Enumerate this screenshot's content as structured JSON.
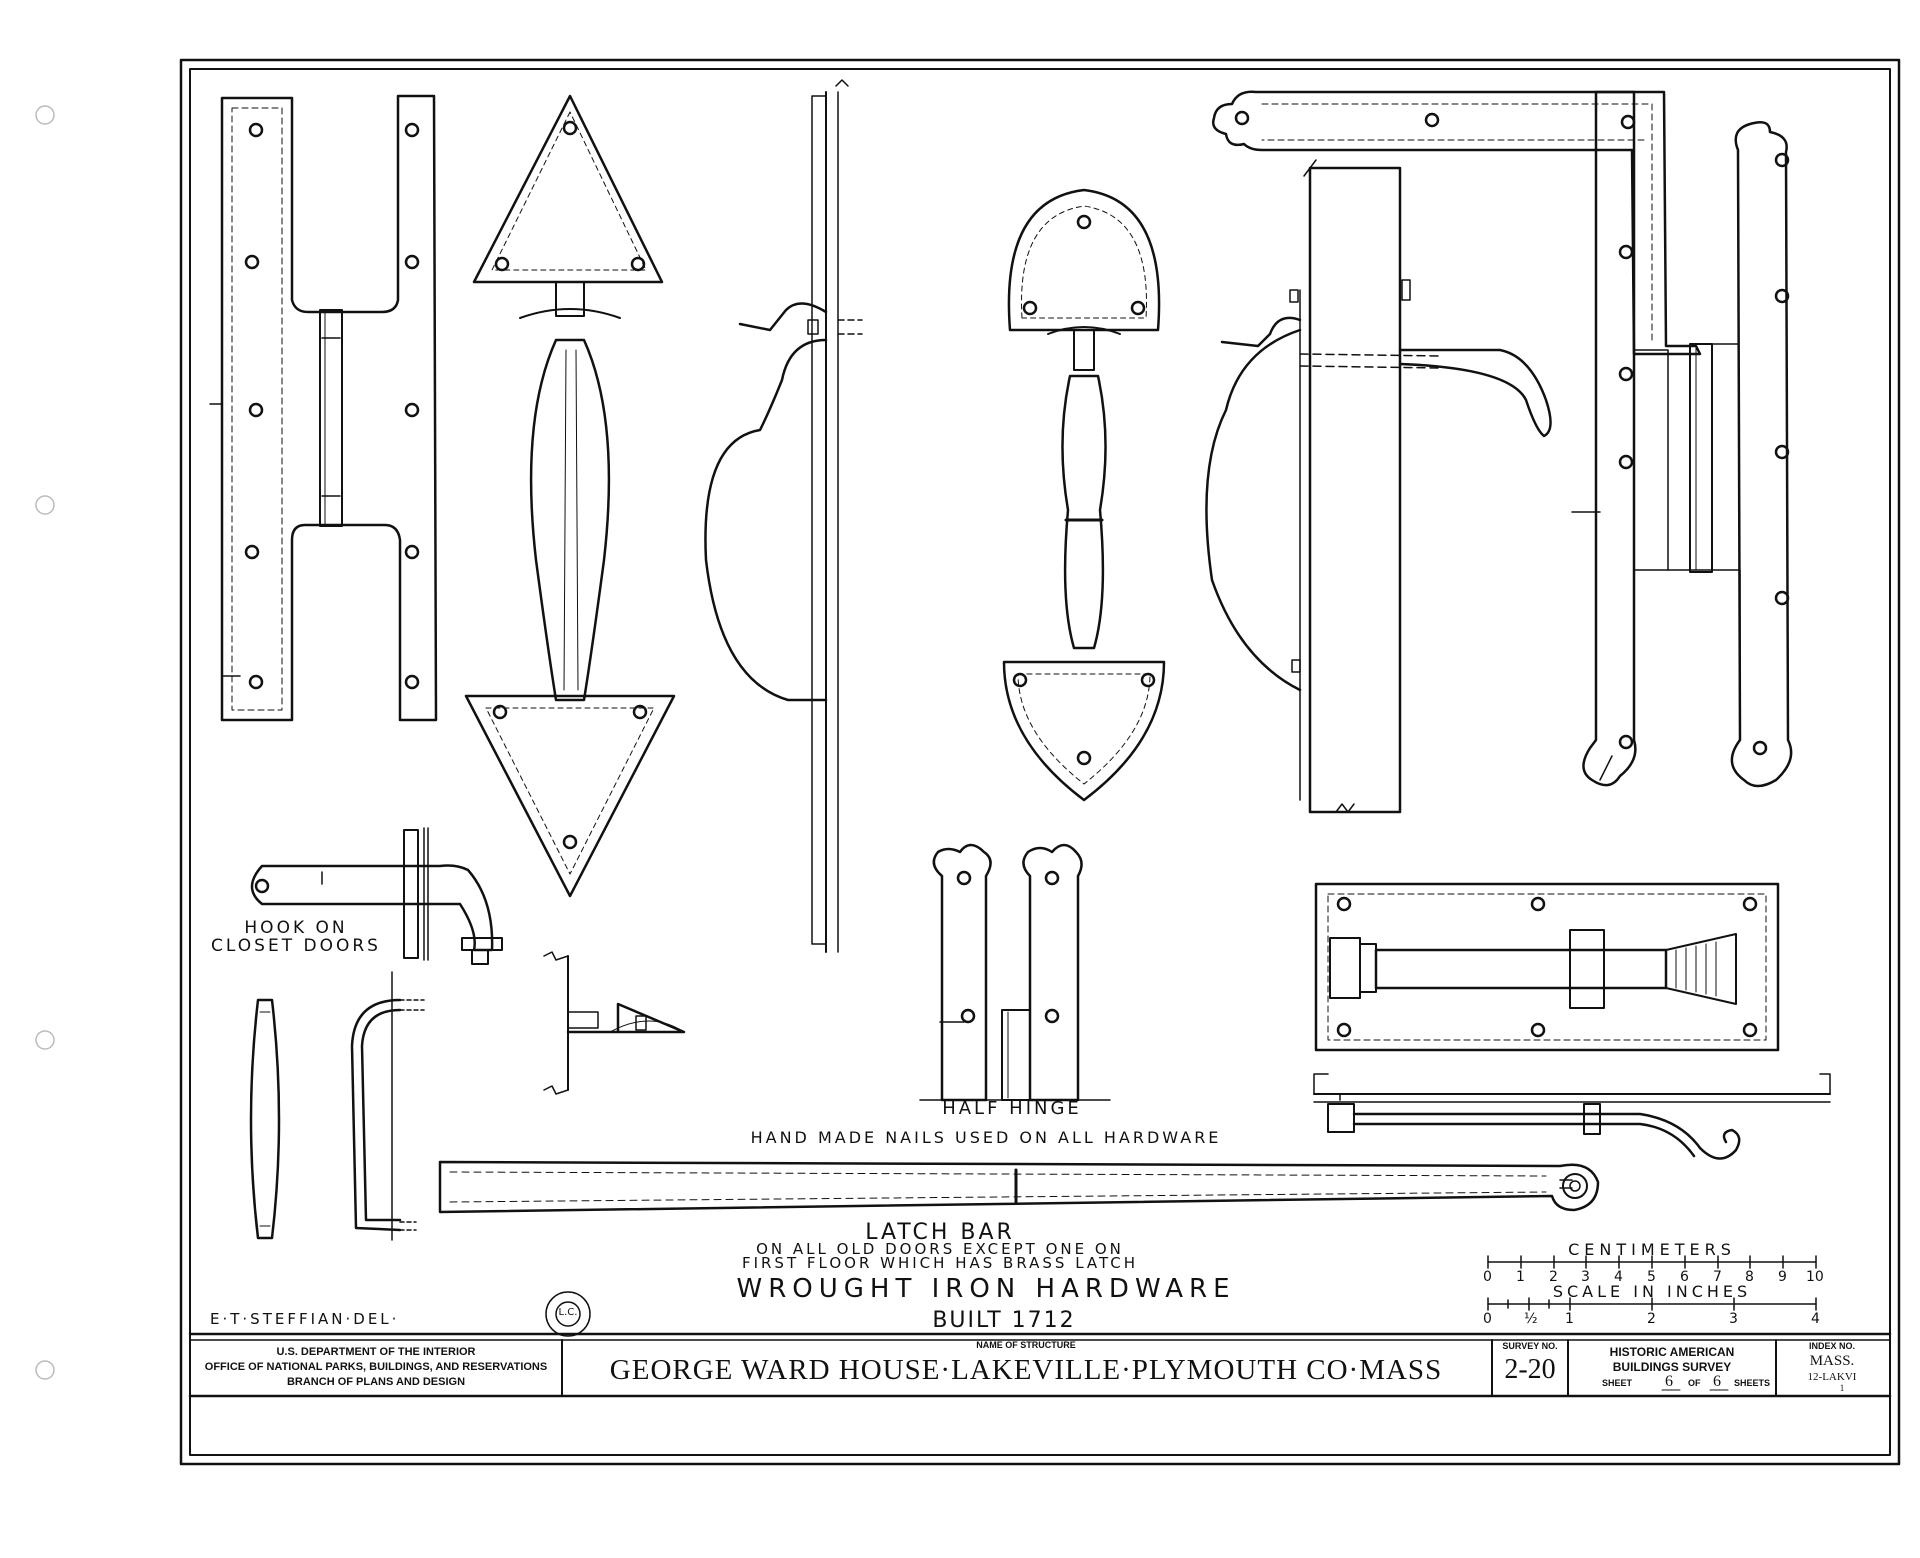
{
  "labels": {
    "hook_1": "HOOK ON",
    "hook_2": "CLOSET DOORS",
    "half_hinge": "HALF HINGE",
    "nails_note": "HAND MADE NAILS USED ON ALL HARDWARE",
    "latch_bar": "LATCH BAR",
    "latch_note_1": "ON ALL OLD DOORS EXCEPT ONE ON",
    "latch_note_2": "FIRST FLOOR WHICH HAS BRASS LATCH",
    "main_title": "WROUGHT IRON HARDWARE",
    "built": "BUILT 1712",
    "delineator": "E·T·STEFFIAN·DEL·",
    "stamp": "L.C."
  },
  "scale": {
    "cm_title": "CENTIMETERS",
    "cm_ticks": [
      "0",
      "1",
      "2",
      "3",
      "4",
      "5",
      "6",
      "7",
      "8",
      "9",
      "10"
    ],
    "in_title": "SCALE IN INCHES",
    "in_ticks": [
      "0",
      "½",
      "1",
      "2",
      "3",
      "4"
    ]
  },
  "title_block": {
    "dept_1": "U.S. DEPARTMENT OF THE INTERIOR",
    "dept_2": "OFFICE OF NATIONAL PARKS, BUILDINGS, AND RESERVATIONS",
    "dept_3": "BRANCH OF PLANS AND DESIGN",
    "structure_label": "NAME OF STRUCTURE",
    "structure_name": "GEORGE WARD HOUSE·LAKEVILLE·PLYMOUTH CO·MASS",
    "survey_label": "SURVEY NO.",
    "survey_no": "2-20",
    "habs_1": "HISTORIC AMERICAN",
    "habs_2": "BUILDINGS SURVEY",
    "sheet_word": "SHEET",
    "sheet_no": "6",
    "of_word": "OF",
    "sheet_total": "6",
    "sheets_word": "SHEETS",
    "index_label": "INDEX NO.",
    "index_1": "MASS.",
    "index_2": "12-LAKVI",
    "index_3": "1"
  }
}
